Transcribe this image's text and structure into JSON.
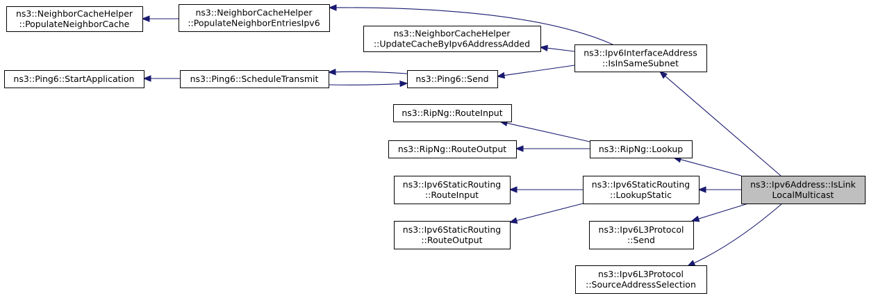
{
  "diagram": {
    "nodes": [
      {
        "id": "populate_cache",
        "lines": [
          "ns3::NeighborCacheHelper",
          "::PopulateNeighborCache"
        ]
      },
      {
        "id": "populate_ipv6",
        "lines": [
          "ns3::NeighborCacheHelper",
          "::PopulateNeighborEntriesIpv6"
        ]
      },
      {
        "id": "update_cache",
        "lines": [
          "ns3::NeighborCacheHelper",
          "::UpdateCacheByIpv6AddressAdded"
        ]
      },
      {
        "id": "same_subnet",
        "lines": [
          "ns3::Ipv6InterfaceAddress",
          "::IsInSameSubnet"
        ]
      },
      {
        "id": "start_app",
        "lines": [
          "ns3::Ping6::StartApplication"
        ]
      },
      {
        "id": "schedule_tx",
        "lines": [
          "ns3::Ping6::ScheduleTransmit"
        ]
      },
      {
        "id": "ping_send",
        "lines": [
          "ns3::Ping6::Send"
        ]
      },
      {
        "id": "ripng_input",
        "lines": [
          "ns3::RipNg::RouteInput"
        ]
      },
      {
        "id": "ripng_output",
        "lines": [
          "ns3::RipNg::RouteOutput"
        ]
      },
      {
        "id": "ripng_lookup",
        "lines": [
          "ns3::RipNg::Lookup"
        ]
      },
      {
        "id": "static_input",
        "lines": [
          "ns3::Ipv6StaticRouting",
          "::RouteInput"
        ]
      },
      {
        "id": "static_output",
        "lines": [
          "ns3::Ipv6StaticRouting",
          "::RouteOutput"
        ]
      },
      {
        "id": "lookup_static",
        "lines": [
          "ns3::Ipv6StaticRouting",
          "::LookupStatic"
        ]
      },
      {
        "id": "l3_send",
        "lines": [
          "ns3::Ipv6L3Protocol",
          "::Send"
        ]
      },
      {
        "id": "l3_sas",
        "lines": [
          "ns3::Ipv6L3Protocol",
          "::SourceAddressSelection"
        ]
      },
      {
        "id": "is_link_local",
        "lines": [
          "ns3::Ipv6Address::IsLink",
          "LocalMulticast"
        ],
        "focus": true
      }
    ],
    "edges": [
      {
        "from": "populate_ipv6",
        "to": "populate_cache"
      },
      {
        "from": "same_subnet",
        "to": "populate_ipv6"
      },
      {
        "from": "same_subnet",
        "to": "update_cache"
      },
      {
        "from": "schedule_tx",
        "to": "start_app"
      },
      {
        "from": "ping_send",
        "to": "schedule_tx"
      },
      {
        "from": "schedule_tx",
        "to": "ping_send"
      },
      {
        "from": "same_subnet",
        "to": "ping_send"
      },
      {
        "from": "is_link_local",
        "to": "same_subnet"
      },
      {
        "from": "ripng_lookup",
        "to": "ripng_input"
      },
      {
        "from": "ripng_lookup",
        "to": "ripng_output"
      },
      {
        "from": "is_link_local",
        "to": "ripng_lookup"
      },
      {
        "from": "lookup_static",
        "to": "static_input"
      },
      {
        "from": "lookup_static",
        "to": "static_output"
      },
      {
        "from": "is_link_local",
        "to": "lookup_static"
      },
      {
        "from": "is_link_local",
        "to": "l3_send"
      },
      {
        "from": "is_link_local",
        "to": "l3_sas"
      }
    ]
  }
}
